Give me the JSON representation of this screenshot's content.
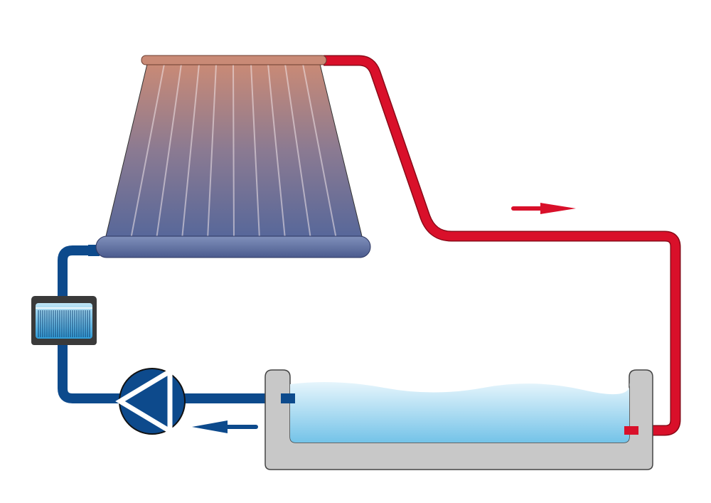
{
  "diagram": {
    "components": [
      {
        "id": "solar-collector",
        "icon": "solar-panel-icon"
      },
      {
        "id": "hot-return-pipe",
        "icon": "pipe-icon"
      },
      {
        "id": "pool",
        "icon": "pool-icon"
      },
      {
        "id": "pump",
        "icon": "pump-icon"
      },
      {
        "id": "filter",
        "icon": "filter-icon"
      },
      {
        "id": "cold-supply-pipe",
        "icon": "pipe-icon"
      }
    ],
    "flow_arrows": [
      "hot-flow-arrow-right",
      "cold-flow-arrow-left"
    ],
    "colors": {
      "hot": "#d9102a",
      "cold": "#0d4a8c",
      "collector_top": "#c98a76",
      "collector_bottom": "#56679a",
      "pool_wall": "#c8c8c8",
      "water_top": "#dff1fb",
      "water_bottom": "#79c6ea",
      "filter_body": "#3a3a3a"
    }
  }
}
